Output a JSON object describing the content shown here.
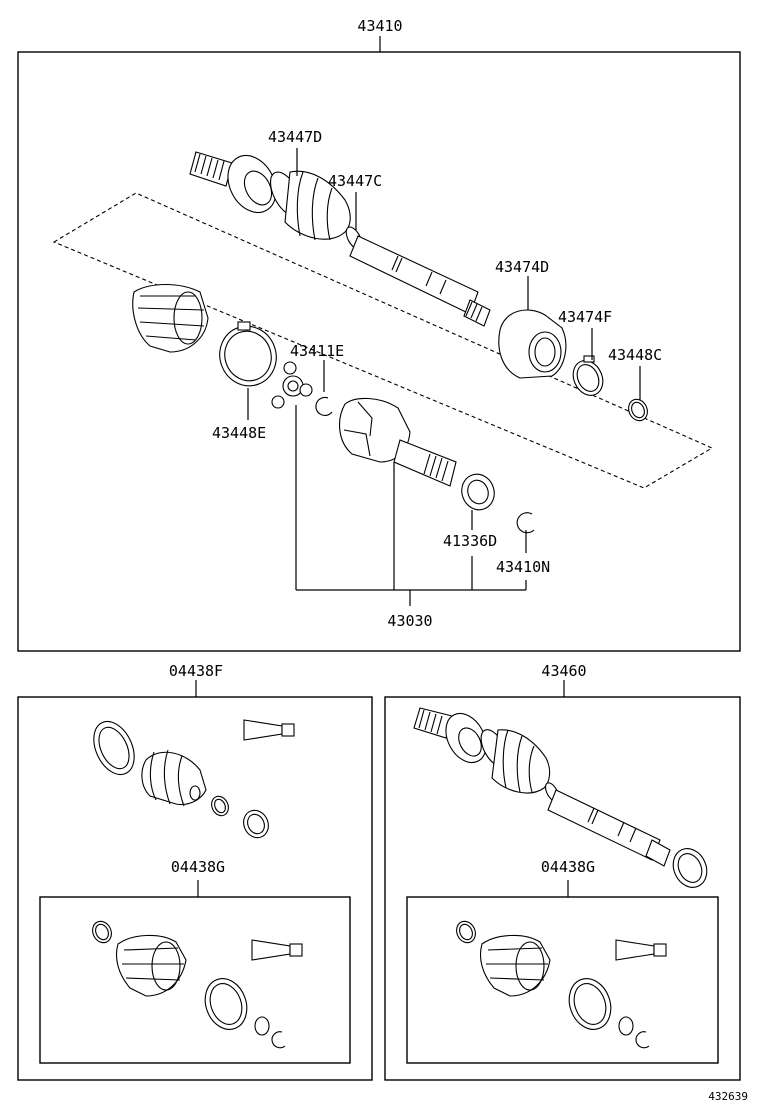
{
  "diagram": {
    "figure_number": "432639",
    "assemblies": {
      "main_assembly": "43410",
      "outer_boot_kit": "04438F",
      "inner_boot_kit_left": "04438G",
      "spare_shaft_assembly": "43460",
      "inner_boot_kit_right": "04438G"
    },
    "parts": {
      "outer_boot_clamp_big": "43447D",
      "outer_boot_clamp_small": "43447C",
      "dust_cover": "43474D",
      "dust_seal_ring": "43474F",
      "inner_clamp_small": "43448C",
      "tripod_joint": "43411E",
      "inner_clamp_big": "43448E",
      "hole_snap_ring": "41336D",
      "shaft_snap_ring": "43410N",
      "inboard_joint": "43030"
    }
  }
}
